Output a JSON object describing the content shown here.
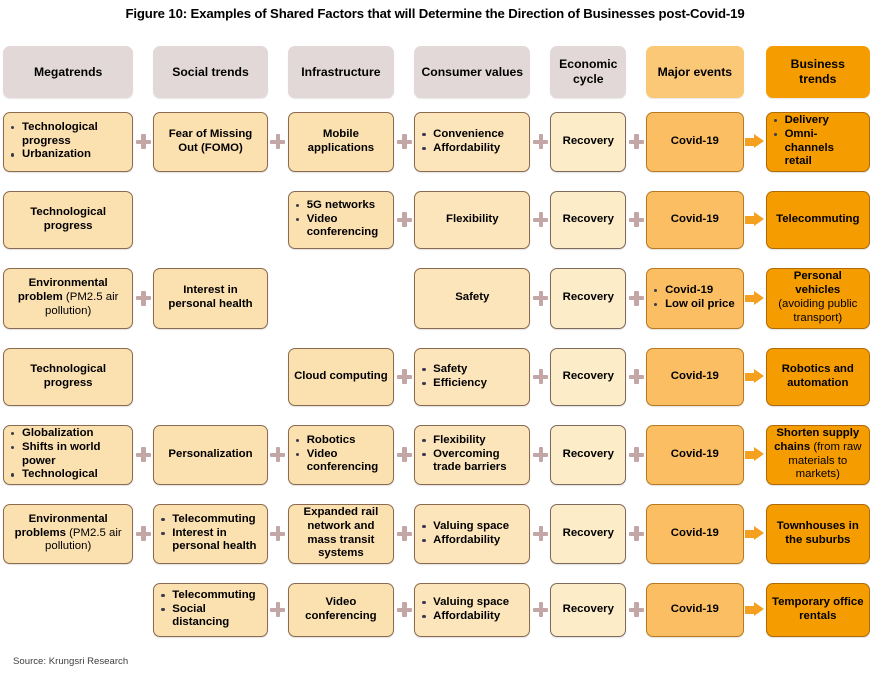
{
  "figure": {
    "title": "Figure 10: Examples of Shared Factors that will Determine the Direction of Businesses post-Covid-19",
    "source": "Source: Krungsri Research"
  },
  "colors": {
    "header_default": "#e3d8d8",
    "header_major_events": "#fbc878",
    "header_business_trends": "#f59c00",
    "cell_default": "#fbe0b0",
    "cell_major_events": "#fbbe63",
    "cell_business_trends": "#f59c00",
    "plus_connector": "#c3a6a6",
    "arrow_connector": "#f5a01e"
  },
  "headers": [
    {
      "label": "Megatrends"
    },
    {
      "label": "Social trends"
    },
    {
      "label": "Infrastructure"
    },
    {
      "label": "Consumer values"
    },
    {
      "label": "Economic cycle"
    },
    {
      "label": "Major events"
    },
    {
      "label": "Business trends"
    }
  ],
  "rows": [
    {
      "megatrends": [
        "Technological progress",
        "Urbanization"
      ],
      "social": "Fear of Missing Out (FOMO)",
      "infrastructure": "Mobile applications",
      "consumer": [
        "Convenience",
        "Affordability"
      ],
      "economic": "Recovery",
      "events": "Covid-19",
      "business": [
        "Delivery",
        "Omni-channels retail"
      ]
    },
    {
      "megatrends": "Technological progress",
      "social": "",
      "infrastructure": [
        "5G networks",
        "Video conferencing"
      ],
      "consumer": "Flexibility",
      "economic": "Recovery",
      "events": "Covid-19",
      "business": "Telecommuting"
    },
    {
      "megatrends_rich": {
        "bold": "Environmental problem",
        "normal": " (PM2.5 air pollution)"
      },
      "social": "Interest in personal health",
      "infrastructure": "",
      "consumer": "Safety",
      "economic": "Recovery",
      "events": [
        "Covid-19",
        "Low oil price"
      ],
      "business_rich": {
        "bold": "Personal vehicles",
        "normal": " (avoiding public transport)"
      }
    },
    {
      "megatrends": "Technological progress",
      "social": "",
      "infrastructure": "Cloud computing",
      "consumer": [
        "Safety",
        "Efficiency"
      ],
      "economic": "Recovery",
      "events": "Covid-19",
      "business": "Robotics and automation"
    },
    {
      "megatrends": [
        "Globalization",
        "Shifts in world power",
        "Technological"
      ],
      "social": "Personalization",
      "infrastructure": [
        "Robotics",
        "Video conferencing"
      ],
      "consumer": [
        "Flexibility",
        "Overcoming trade barriers"
      ],
      "economic": "Recovery",
      "events": "Covid-19",
      "business_rich": {
        "bold": "Shorten supply chains",
        "normal": " (from raw materials to markets)"
      }
    },
    {
      "megatrends_rich": {
        "bold": "Environmental problems",
        "normal": " (PM2.5 air pollution)"
      },
      "social": [
        "Telecommuting",
        "Interest in personal health"
      ],
      "infrastructure": "Expanded rail network and mass transit systems",
      "consumer": [
        "Valuing space",
        "Affordability"
      ],
      "economic": "Recovery",
      "events": "Covid-19",
      "business": "Townhouses in the suburbs"
    },
    {
      "megatrends": "",
      "social": [
        "Telecommuting",
        "Social distancing"
      ],
      "infrastructure": "Video conferencing",
      "consumer": [
        "Valuing space",
        "Affordability"
      ],
      "economic": "Recovery",
      "events": "Covid-19",
      "business": "Temporary office rentals"
    }
  ]
}
